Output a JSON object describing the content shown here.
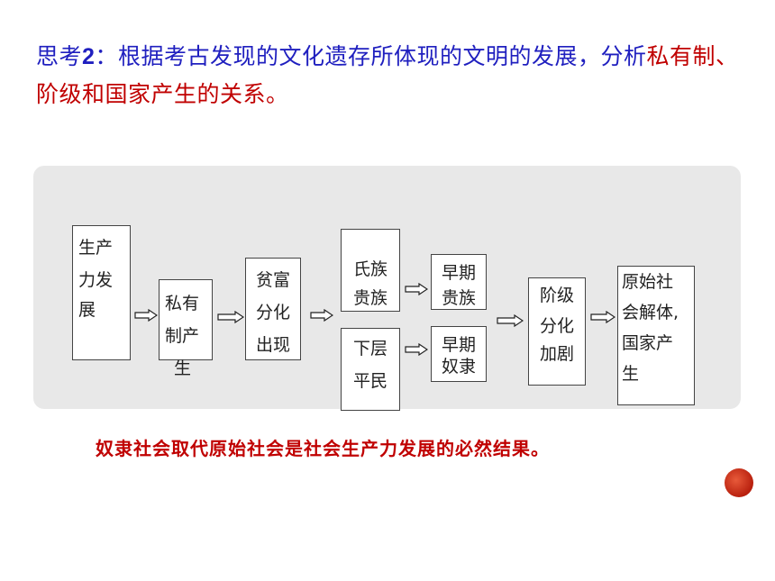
{
  "question": {
    "label": "思考",
    "number": "2",
    "colon": "：",
    "text": "根据考古发现的文化遗存所体现的文明的发展，分析",
    "highlight": "私有制、阶级和国家产生的关系。"
  },
  "diagram": {
    "productivity": [
      "生产",
      "力发",
      "展"
    ],
    "private_ownership": [
      "私有",
      "制产",
      "生"
    ],
    "wealth_gap": [
      "贫富",
      "分化",
      "出现"
    ],
    "clan_nobles": [
      "氏族",
      "贵族"
    ],
    "lower_commoners": [
      "下层",
      "平民"
    ],
    "early_nobles": [
      "早期",
      "贵族"
    ],
    "early_slaves": [
      "早期",
      "奴隶"
    ],
    "class_division": [
      "阶级",
      "分化",
      "加剧"
    ],
    "state_formation": [
      "原始社",
      "会解体,",
      "国家产",
      "生"
    ]
  },
  "conclusion": "奴隶社会取代原始社会是社会生产力发展的必然结果。",
  "colors": {
    "question_blue": "#1f1fbf",
    "highlight_red": "#c00000",
    "panel_gray": "#e8e8e8"
  }
}
